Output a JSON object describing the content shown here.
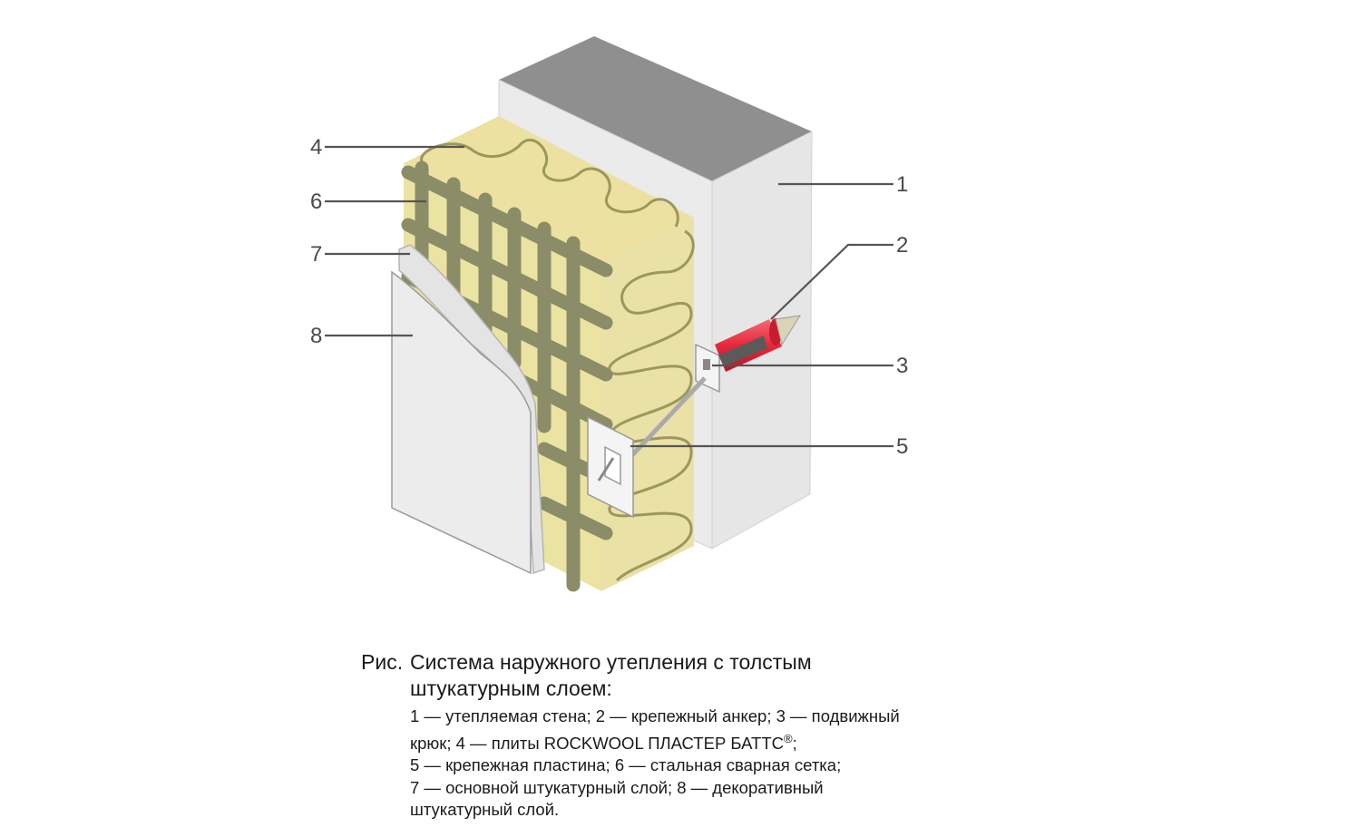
{
  "callouts": [
    "1",
    "2",
    "3",
    "4",
    "5",
    "6",
    "7",
    "8"
  ],
  "caption": {
    "prefix": "Рис.",
    "title_line1": "Система наружного утепления с толстым",
    "title_line2": "штукатурным слоем:",
    "lines": [
      "1 — утепляемая стена; 2 — крепежный анкер; 3 — подвижный",
      "крюк; 4 — плиты ROCKWOOL ПЛАСТЕР БАТТС",
      "5 — крепежная пластина; 6 — стальная сварная сетка;",
      "7 — основной штукатурный слой; 8 — декоративный",
      "штукатурный слой."
    ],
    "registered_mark": "®",
    "line2_suffix": ";"
  },
  "colors": {
    "wall_top": "#8f8f8f",
    "wall_side": "#e6e6e6",
    "wall_front": "#ebebeb",
    "insulation": "#ebe3a2",
    "insulation_coil": "#9c975c",
    "mesh": "#8b8c68",
    "plaster": "#ececec",
    "anchor": "#e8273a"
  }
}
